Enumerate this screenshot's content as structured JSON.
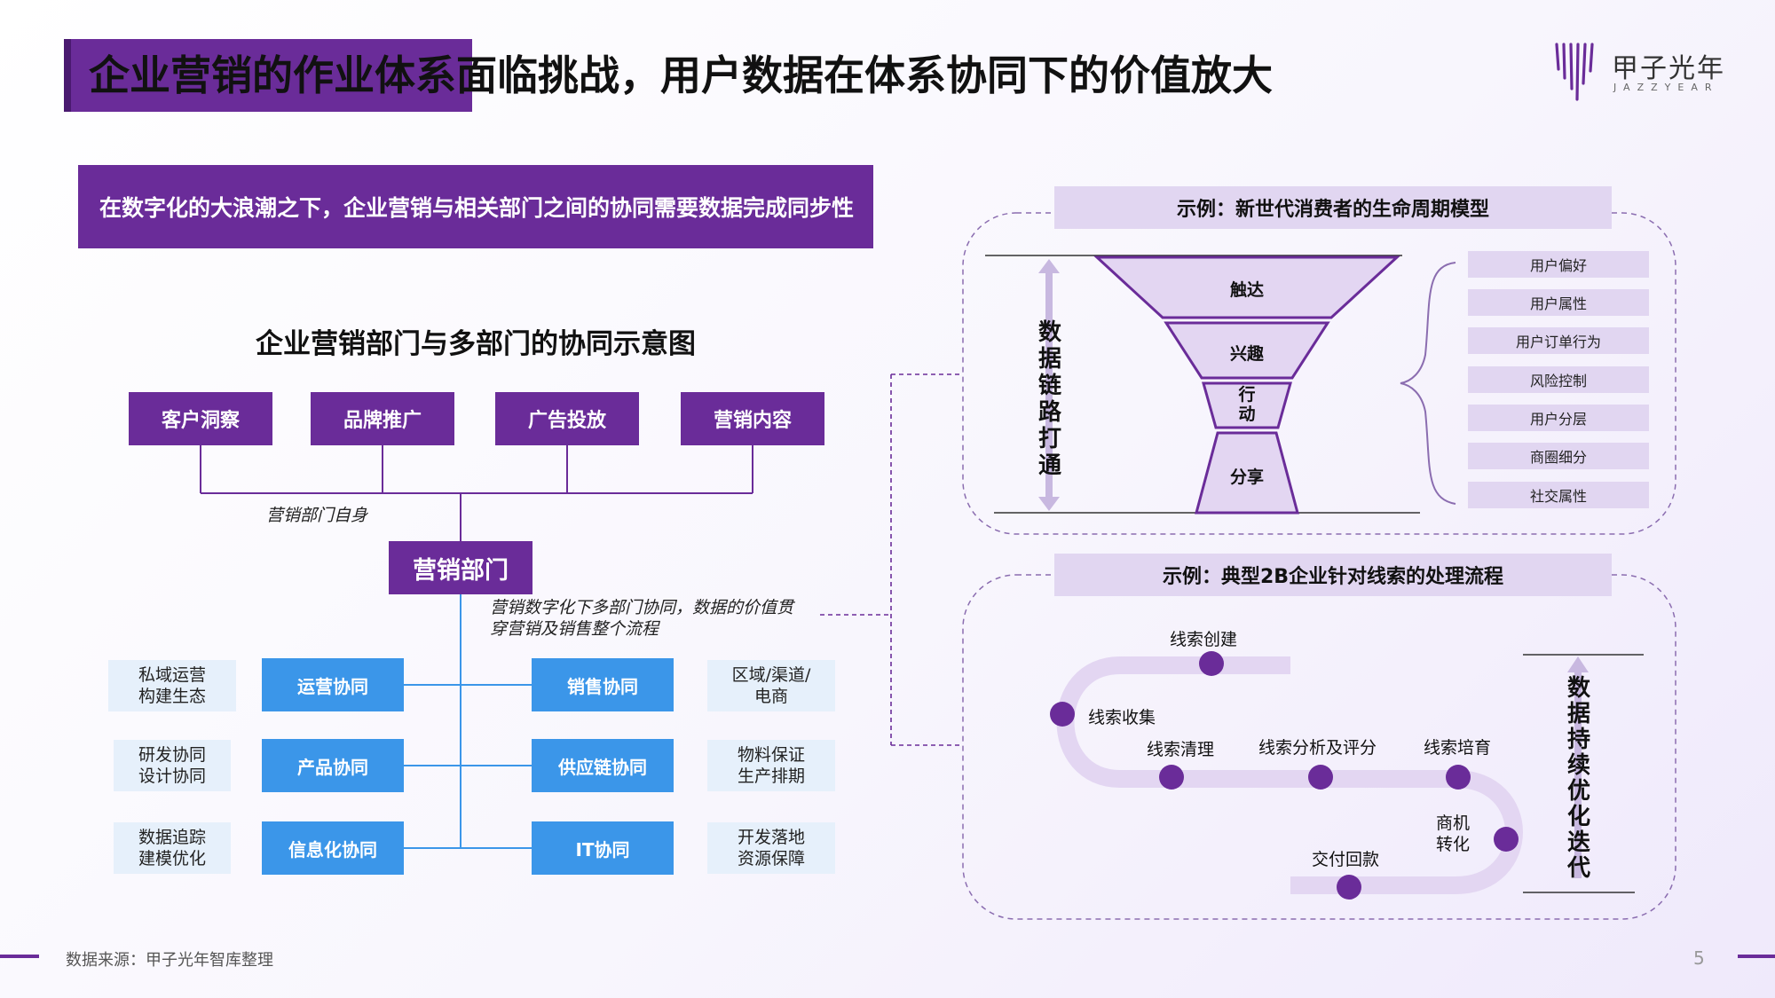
{
  "title": "企业营销的作业体系面临挑战，用户数据在体系协同下的价值放大",
  "logo": {
    "name": "甲子光年",
    "sub": "JAZZYEAR"
  },
  "banner": "在数字化的大浪潮之下，企业营销与相关部门之间的协同需要数据完成同步性",
  "diagram": {
    "title": "企业营销部门与多部门的协同示意图",
    "top_depts": [
      "客户洞察",
      "品牌推广",
      "广告投放",
      "营销内容"
    ],
    "self_note": "营销部门自身",
    "center": "营销部门",
    "center_note_1": "营销数字化下多部门协同，数据的价值贯",
    "center_note_2": "穿营销及销售整个流程",
    "left_rows": [
      {
        "outer_1": "私域运营",
        "outer_2": "构建生态",
        "inner": "运营协同"
      },
      {
        "outer_1": "研发协同",
        "outer_2": "设计协同",
        "inner": "产品协同"
      },
      {
        "outer_1": "数据追踪",
        "outer_2": "建模优化",
        "inner": "信息化协同"
      }
    ],
    "right_rows": [
      {
        "inner": "销售协同",
        "outer_1": "区域/渠道/",
        "outer_2": "电商"
      },
      {
        "inner": "供应链协同",
        "outer_1": "物料保证",
        "outer_2": "生产排期"
      },
      {
        "inner": "IT协同",
        "outer_1": "开发落地",
        "outer_2": "资源保障"
      }
    ]
  },
  "panel1": {
    "head": "示例：新世代消费者的生命周期模型",
    "vertical": [
      "数",
      "据",
      "链",
      "路",
      "打",
      "通"
    ],
    "funnel": [
      "触达",
      "兴趣",
      "行",
      "动",
      "分享"
    ],
    "attributes": [
      "用户偏好",
      "用户属性",
      "用户订单行为",
      "风险控制",
      "用户分层",
      "商圈细分",
      "社交属性"
    ]
  },
  "panel2": {
    "head": "示例：典型2B企业针对线索的处理流程",
    "vertical": [
      "数",
      "据",
      "持",
      "续",
      "优",
      "化",
      "迭",
      "代"
    ],
    "steps": {
      "create": "线索创建",
      "collect": "线索收集",
      "clean": "线索清理",
      "analyze": "线索分析及评分",
      "nurture": "线索培育",
      "convert_1": "商机",
      "convert_2": "转化",
      "payback": "交付回款"
    }
  },
  "footer": "数据来源：甲子光年智库整理",
  "page": "5",
  "colors": {
    "purple": "#6a2c99",
    "blue": "#3b96e9",
    "light_blue": "#e6f0fb",
    "lavender": "#e1d6f1",
    "flow": "#e3d6f2"
  }
}
